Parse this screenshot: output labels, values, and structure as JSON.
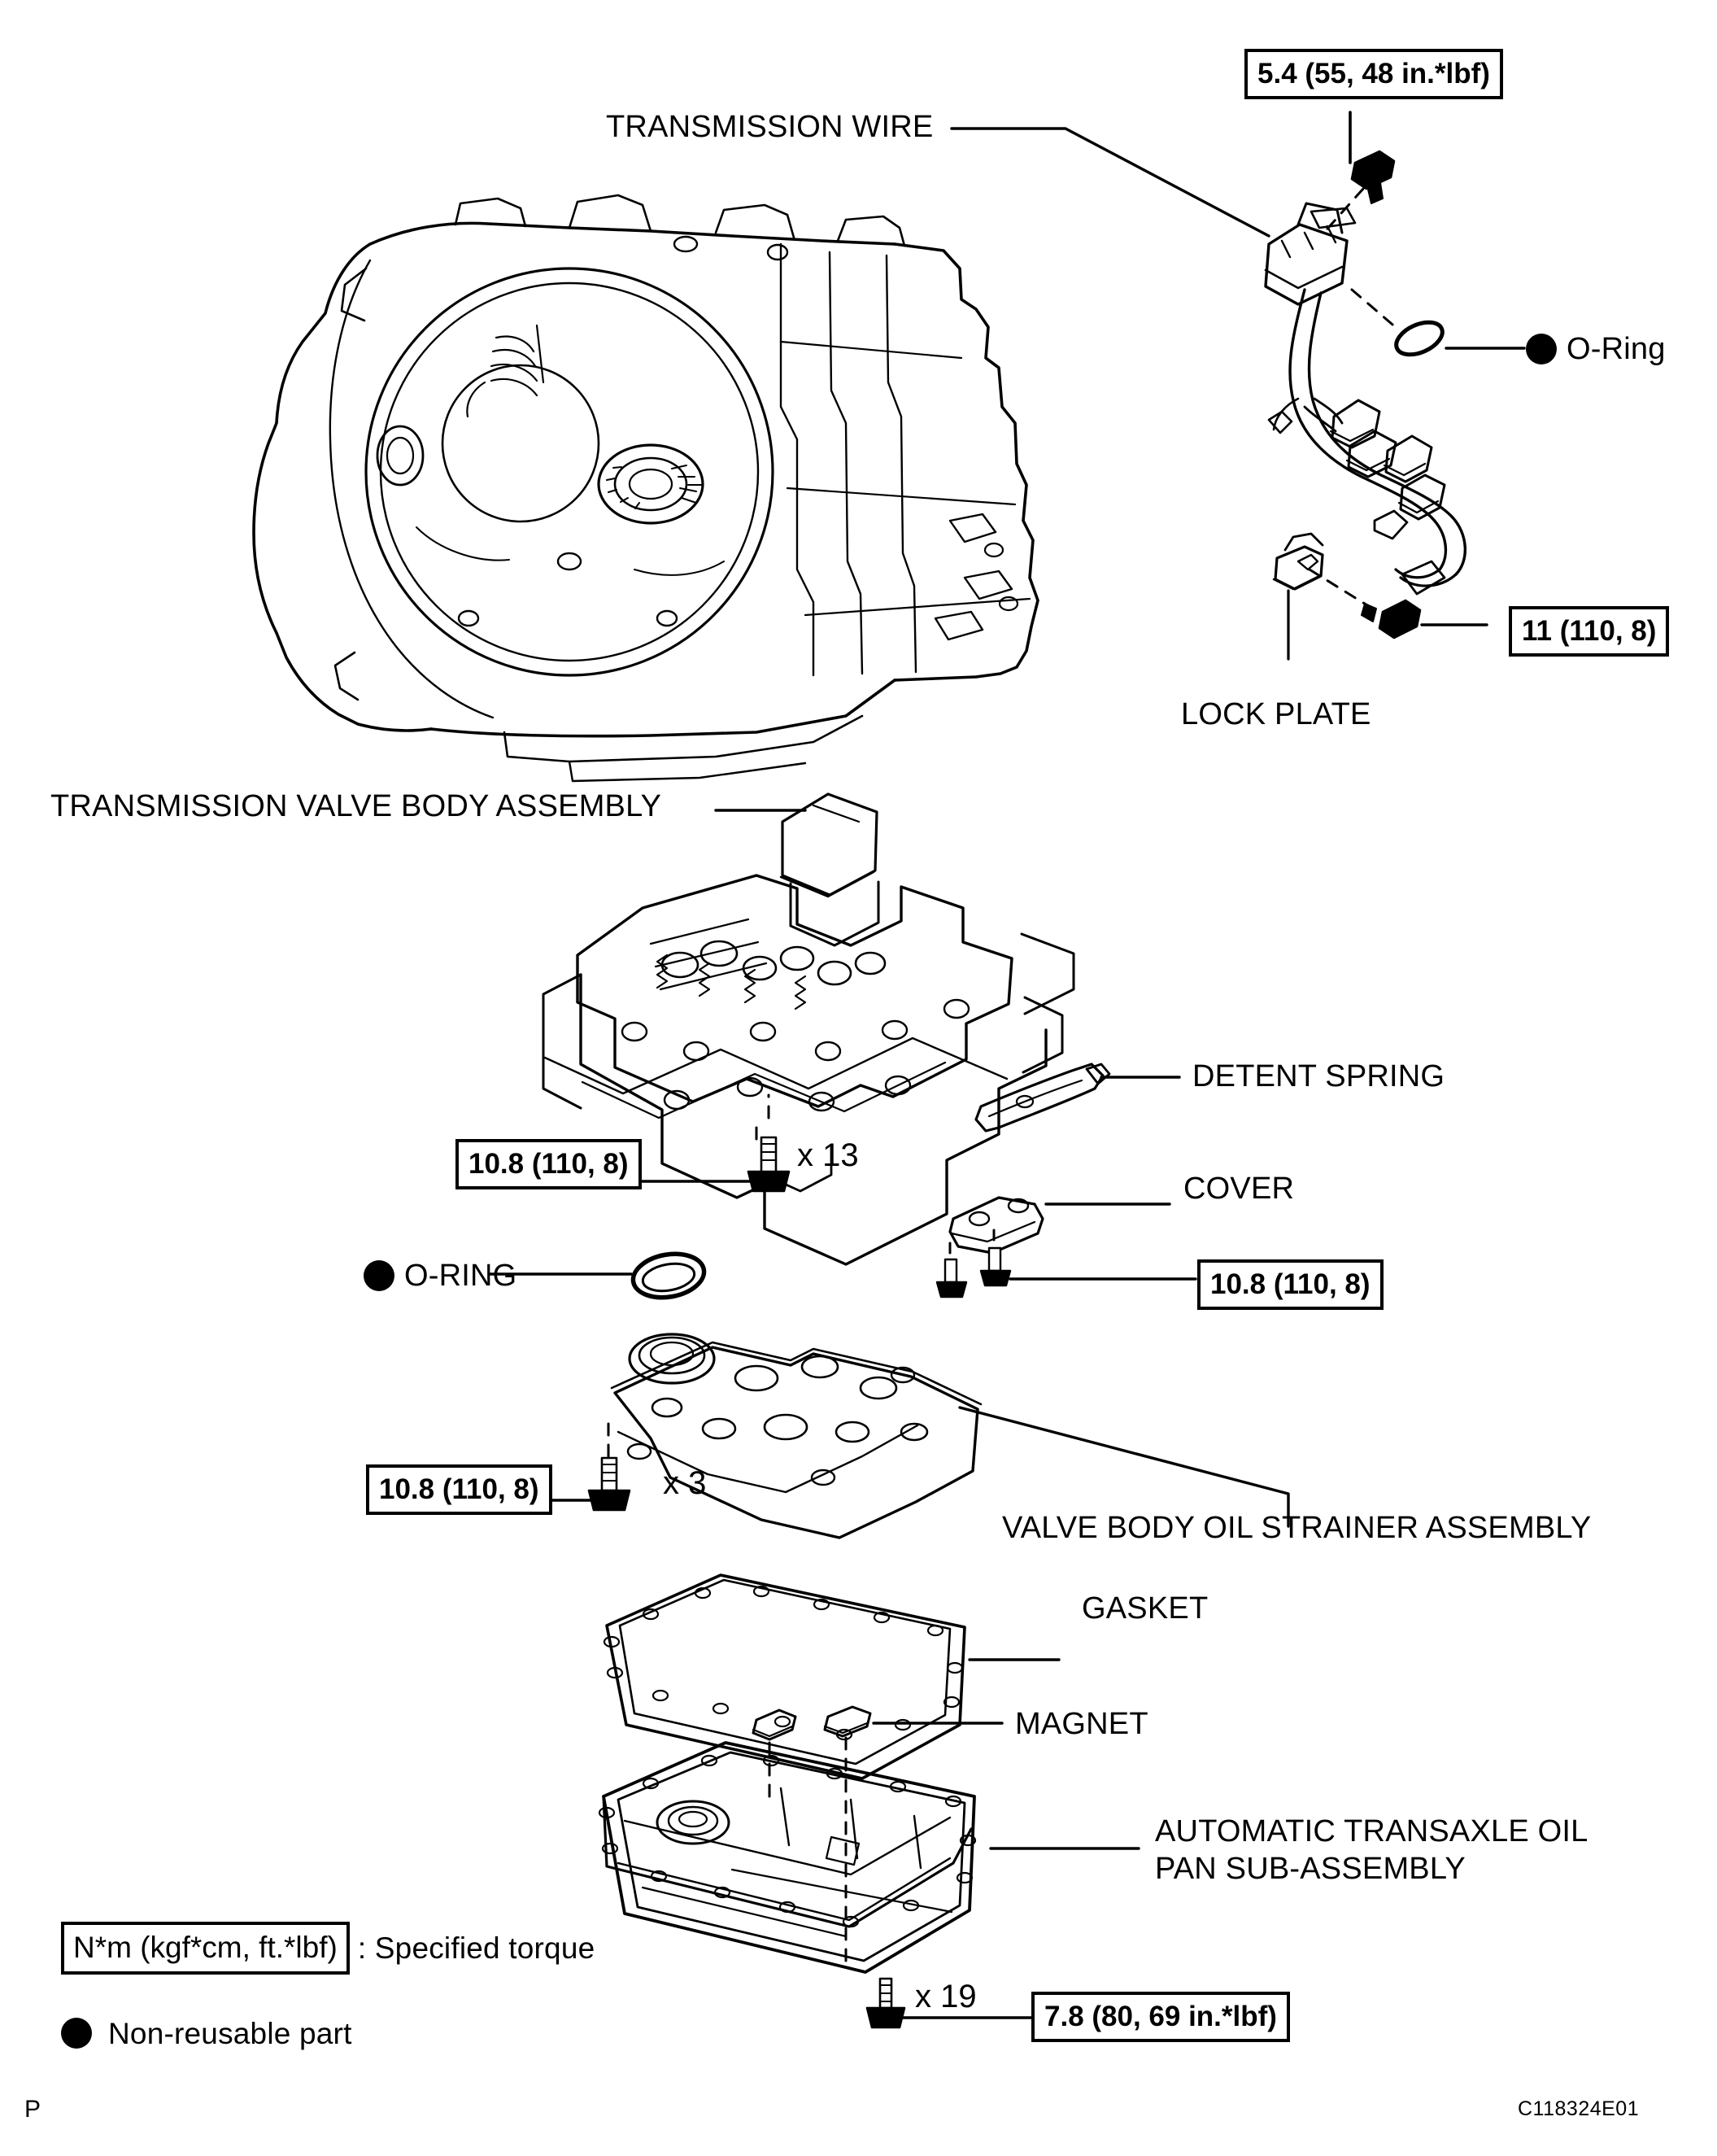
{
  "document": {
    "page_mark": "P",
    "figure_code": "C118324E01"
  },
  "legend": {
    "torque_key_box": "N*m (kgf*cm, ft.*lbf)",
    "torque_key_suffix": ": Specified torque",
    "non_reusable_text": "Non-reusable part"
  },
  "callouts": {
    "transmission_wire": "TRANSMISSION WIRE",
    "o_ring_upper": "O-Ring",
    "lock_plate": "LOCK PLATE",
    "valve_body_assembly": "TRANSMISSION VALVE BODY ASSEMBLY",
    "detent_spring": "DETENT SPRING",
    "cover": "COVER",
    "o_ring_lower": "O-RING",
    "oil_strainer": "VALVE BODY OIL STRAINER ASSEMBLY",
    "gasket": "GASKET",
    "magnet": "MAGNET",
    "oil_pan_line1": "AUTOMATIC TRANSAXLE OIL",
    "oil_pan_line2": "PAN SUB-ASSEMBLY"
  },
  "torques": {
    "wire_bolt": "5.4 (55, 48 in.*lbf)",
    "lock_plate_bolt": "11 (110, 8)",
    "valve_body_bolt": "10.8 (110, 8)",
    "cover_bolt": "10.8 (110, 8)",
    "strainer_bolt": "10.8 (110, 8)",
    "oil_pan_bolt": "7.8 (80, 69 in.*lbf)"
  },
  "quantities": {
    "valve_body_bolt": "x 13",
    "strainer_bolt": "x 3",
    "oil_pan_bolt": "x 19"
  },
  "colors": {
    "line": "#000000",
    "background": "#ffffff"
  }
}
